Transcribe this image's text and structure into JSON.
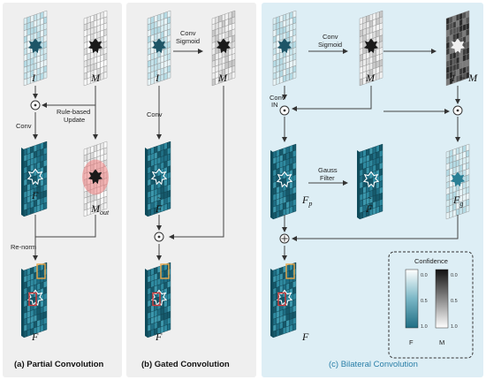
{
  "panels": {
    "a": {
      "caption": "(a) Partial Convolution"
    },
    "b": {
      "caption": "(b) Gated Convolution"
    },
    "c": {
      "caption": "(c) Bilateral Convolution"
    }
  },
  "vars": {
    "I": "I",
    "M": "M",
    "F": "F",
    "one_minus_M": "1 − M",
    "M_out_base": "M",
    "M_out_sub": "out",
    "F_p_base": "F",
    "F_p_sub": "p",
    "F_g_base": "F",
    "F_g_sub": "g"
  },
  "ops": {
    "a_conv": "Conv",
    "a_rule_1": "Rule-based",
    "a_rule_2": "Update",
    "a_renorm": "Re-norm",
    "b_conv_sig_1": "Conv",
    "b_conv_sig_2": "Sigmoid",
    "b_conv": "Conv",
    "c_conv_sig_1": "Conv",
    "c_conv_sig_2": "Sigmoid",
    "c_conv_in_1": "Conv",
    "c_conv_in_2": "IN",
    "c_gauss_1": "Gauss",
    "c_gauss_2": "Filter"
  },
  "legend": {
    "title": "Confidence",
    "ticks": [
      "0.0",
      "0.5",
      "1.0"
    ],
    "label_f": "F",
    "label_m": "M"
  },
  "colors": {
    "panel_a_bg": "#efefef",
    "panel_b_bg": "#efefef",
    "panel_c_bg": "#ddeef5",
    "feature_teal": "#1f6e84",
    "image_blue": "#bcdfe8",
    "highlight_orange": "#e8a84a",
    "highlight_red": "#d23a3a"
  }
}
